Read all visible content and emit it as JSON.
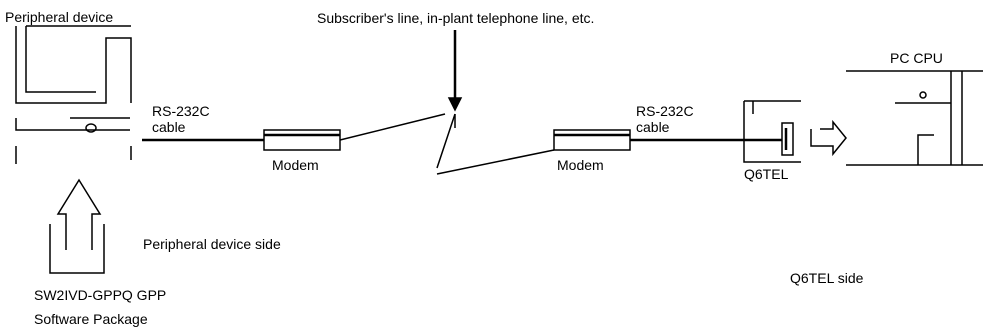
{
  "labels": {
    "peripheral_device": "Peripheral device",
    "subscriber_line": "Subscriber's line, in-plant telephone line, etc.",
    "rs232c_left": "RS-232C",
    "cable_left": "cable",
    "modem_left": "Modem",
    "rs232c_right": "RS-232C",
    "cable_right": "cable",
    "modem_right": "Modem",
    "q6tel": "Q6TEL",
    "pc_cpu": "PC CPU",
    "peripheral_side": "Peripheral device side",
    "q6tel_side": "Q6TEL side",
    "software_line1": "SW2IVD-GPPQ GPP",
    "software_line2": "Software Package"
  }
}
